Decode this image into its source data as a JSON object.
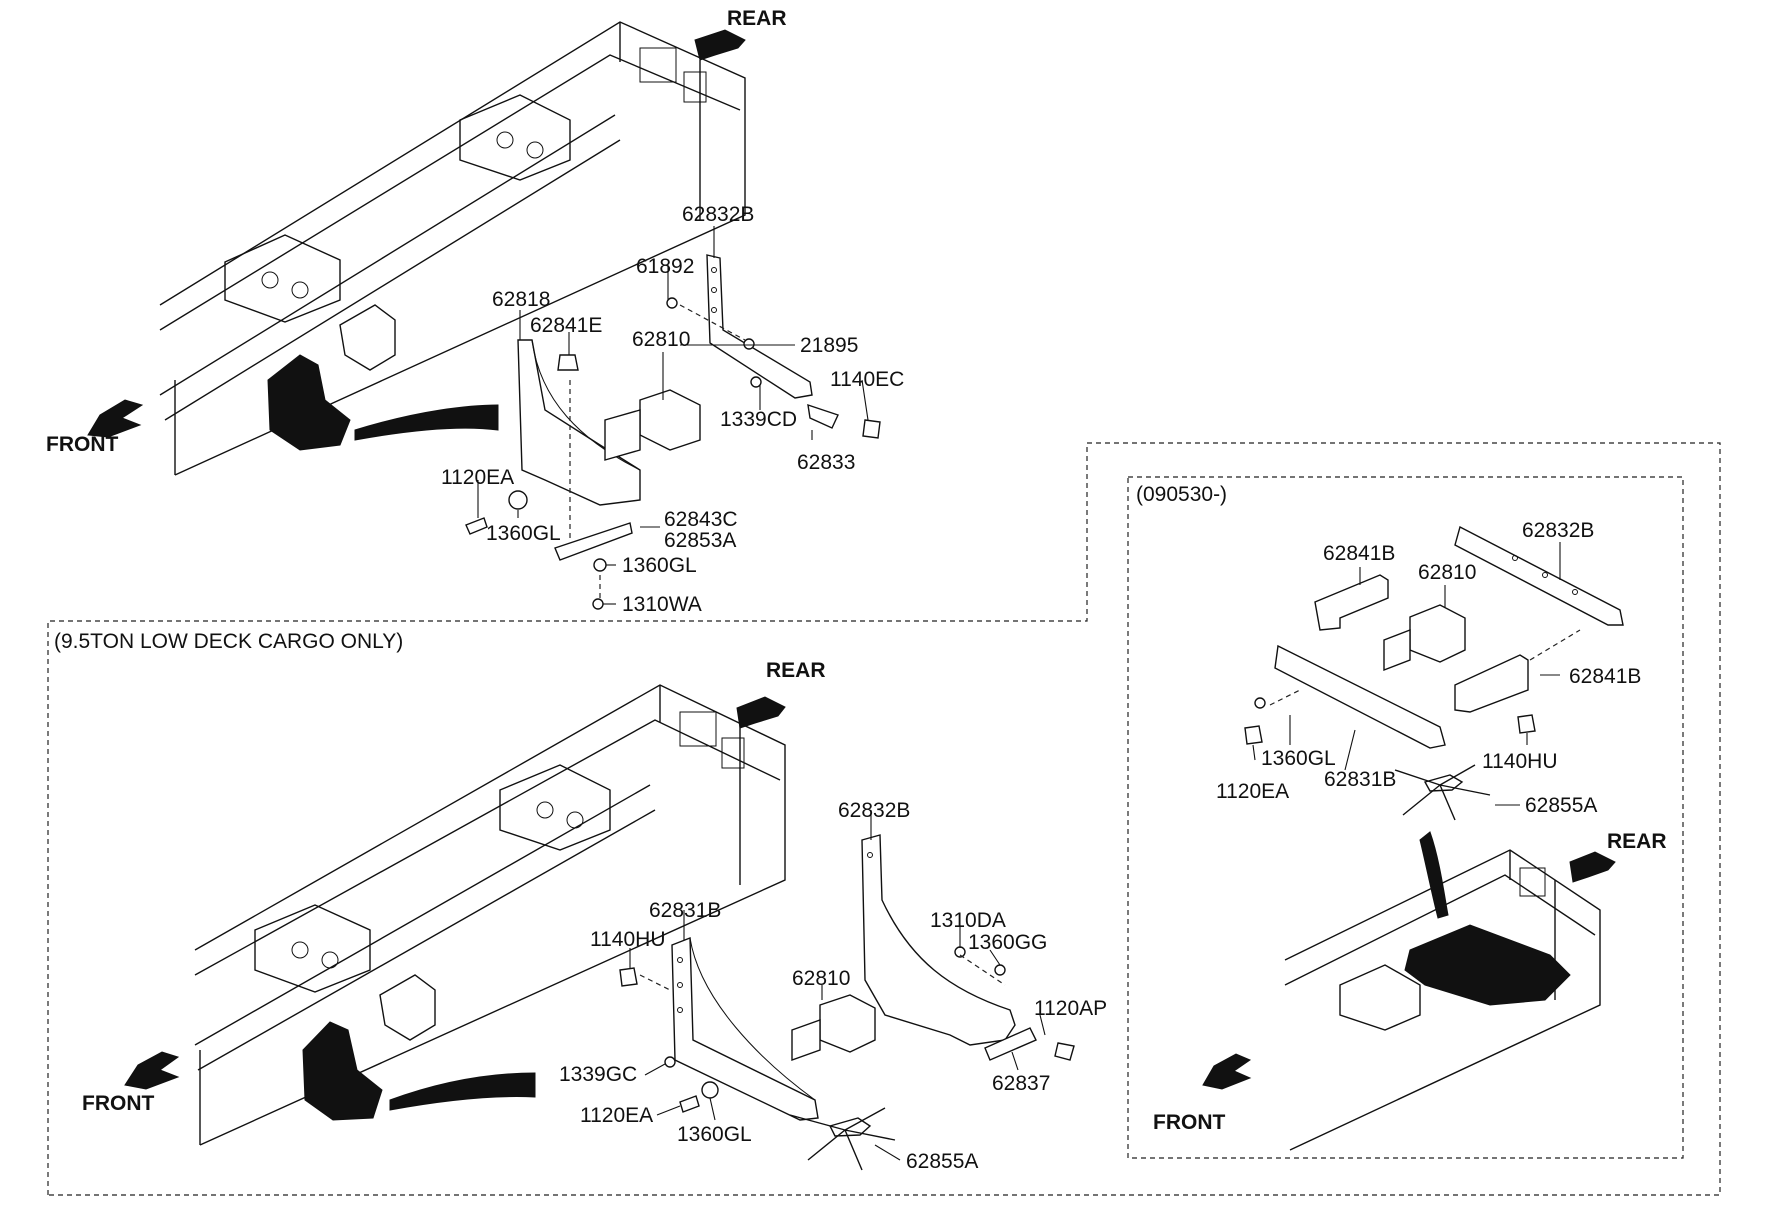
{
  "directions": {
    "rear": "REAR",
    "front": "FRONT"
  },
  "notes": {
    "low_deck": "(9.5TON LOW DECK CARGO ONLY)",
    "date_range": "(090530-)"
  },
  "parts_top": {
    "p62832B": "62832B",
    "p61892": "61892",
    "p62818": "62818",
    "p62841E": "62841E",
    "p62810": "62810",
    "p21895": "21895",
    "p1140EC": "1140EC",
    "p1339CD": "1339CD",
    "p62833": "62833",
    "p1120EA": "1120EA",
    "p1360GL_a": "1360GL",
    "p62843C": "62843C",
    "p62853A": "62853A",
    "p1360GL_b": "1360GL",
    "p1310WA": "1310WA"
  },
  "parts_bottom": {
    "p62832B": "62832B",
    "p62831B": "62831B",
    "p1140HU": "1140HU",
    "p1310DA": "1310DA",
    "p1360GG": "1360GG",
    "p62810": "62810",
    "p1120AP": "1120AP",
    "p1339GC": "1339GC",
    "p62837": "62837",
    "p1120EA": "1120EA",
    "p1360GL": "1360GL",
    "p62855A": "62855A"
  },
  "parts_right": {
    "p62832B": "62832B",
    "p62841B_a": "62841B",
    "p62810": "62810",
    "p62841B_b": "62841B",
    "p1360GL": "1360GL",
    "p1140HU": "1140HU",
    "p1120EA": "1120EA",
    "p62831B": "62831B",
    "p62855A": "62855A"
  }
}
